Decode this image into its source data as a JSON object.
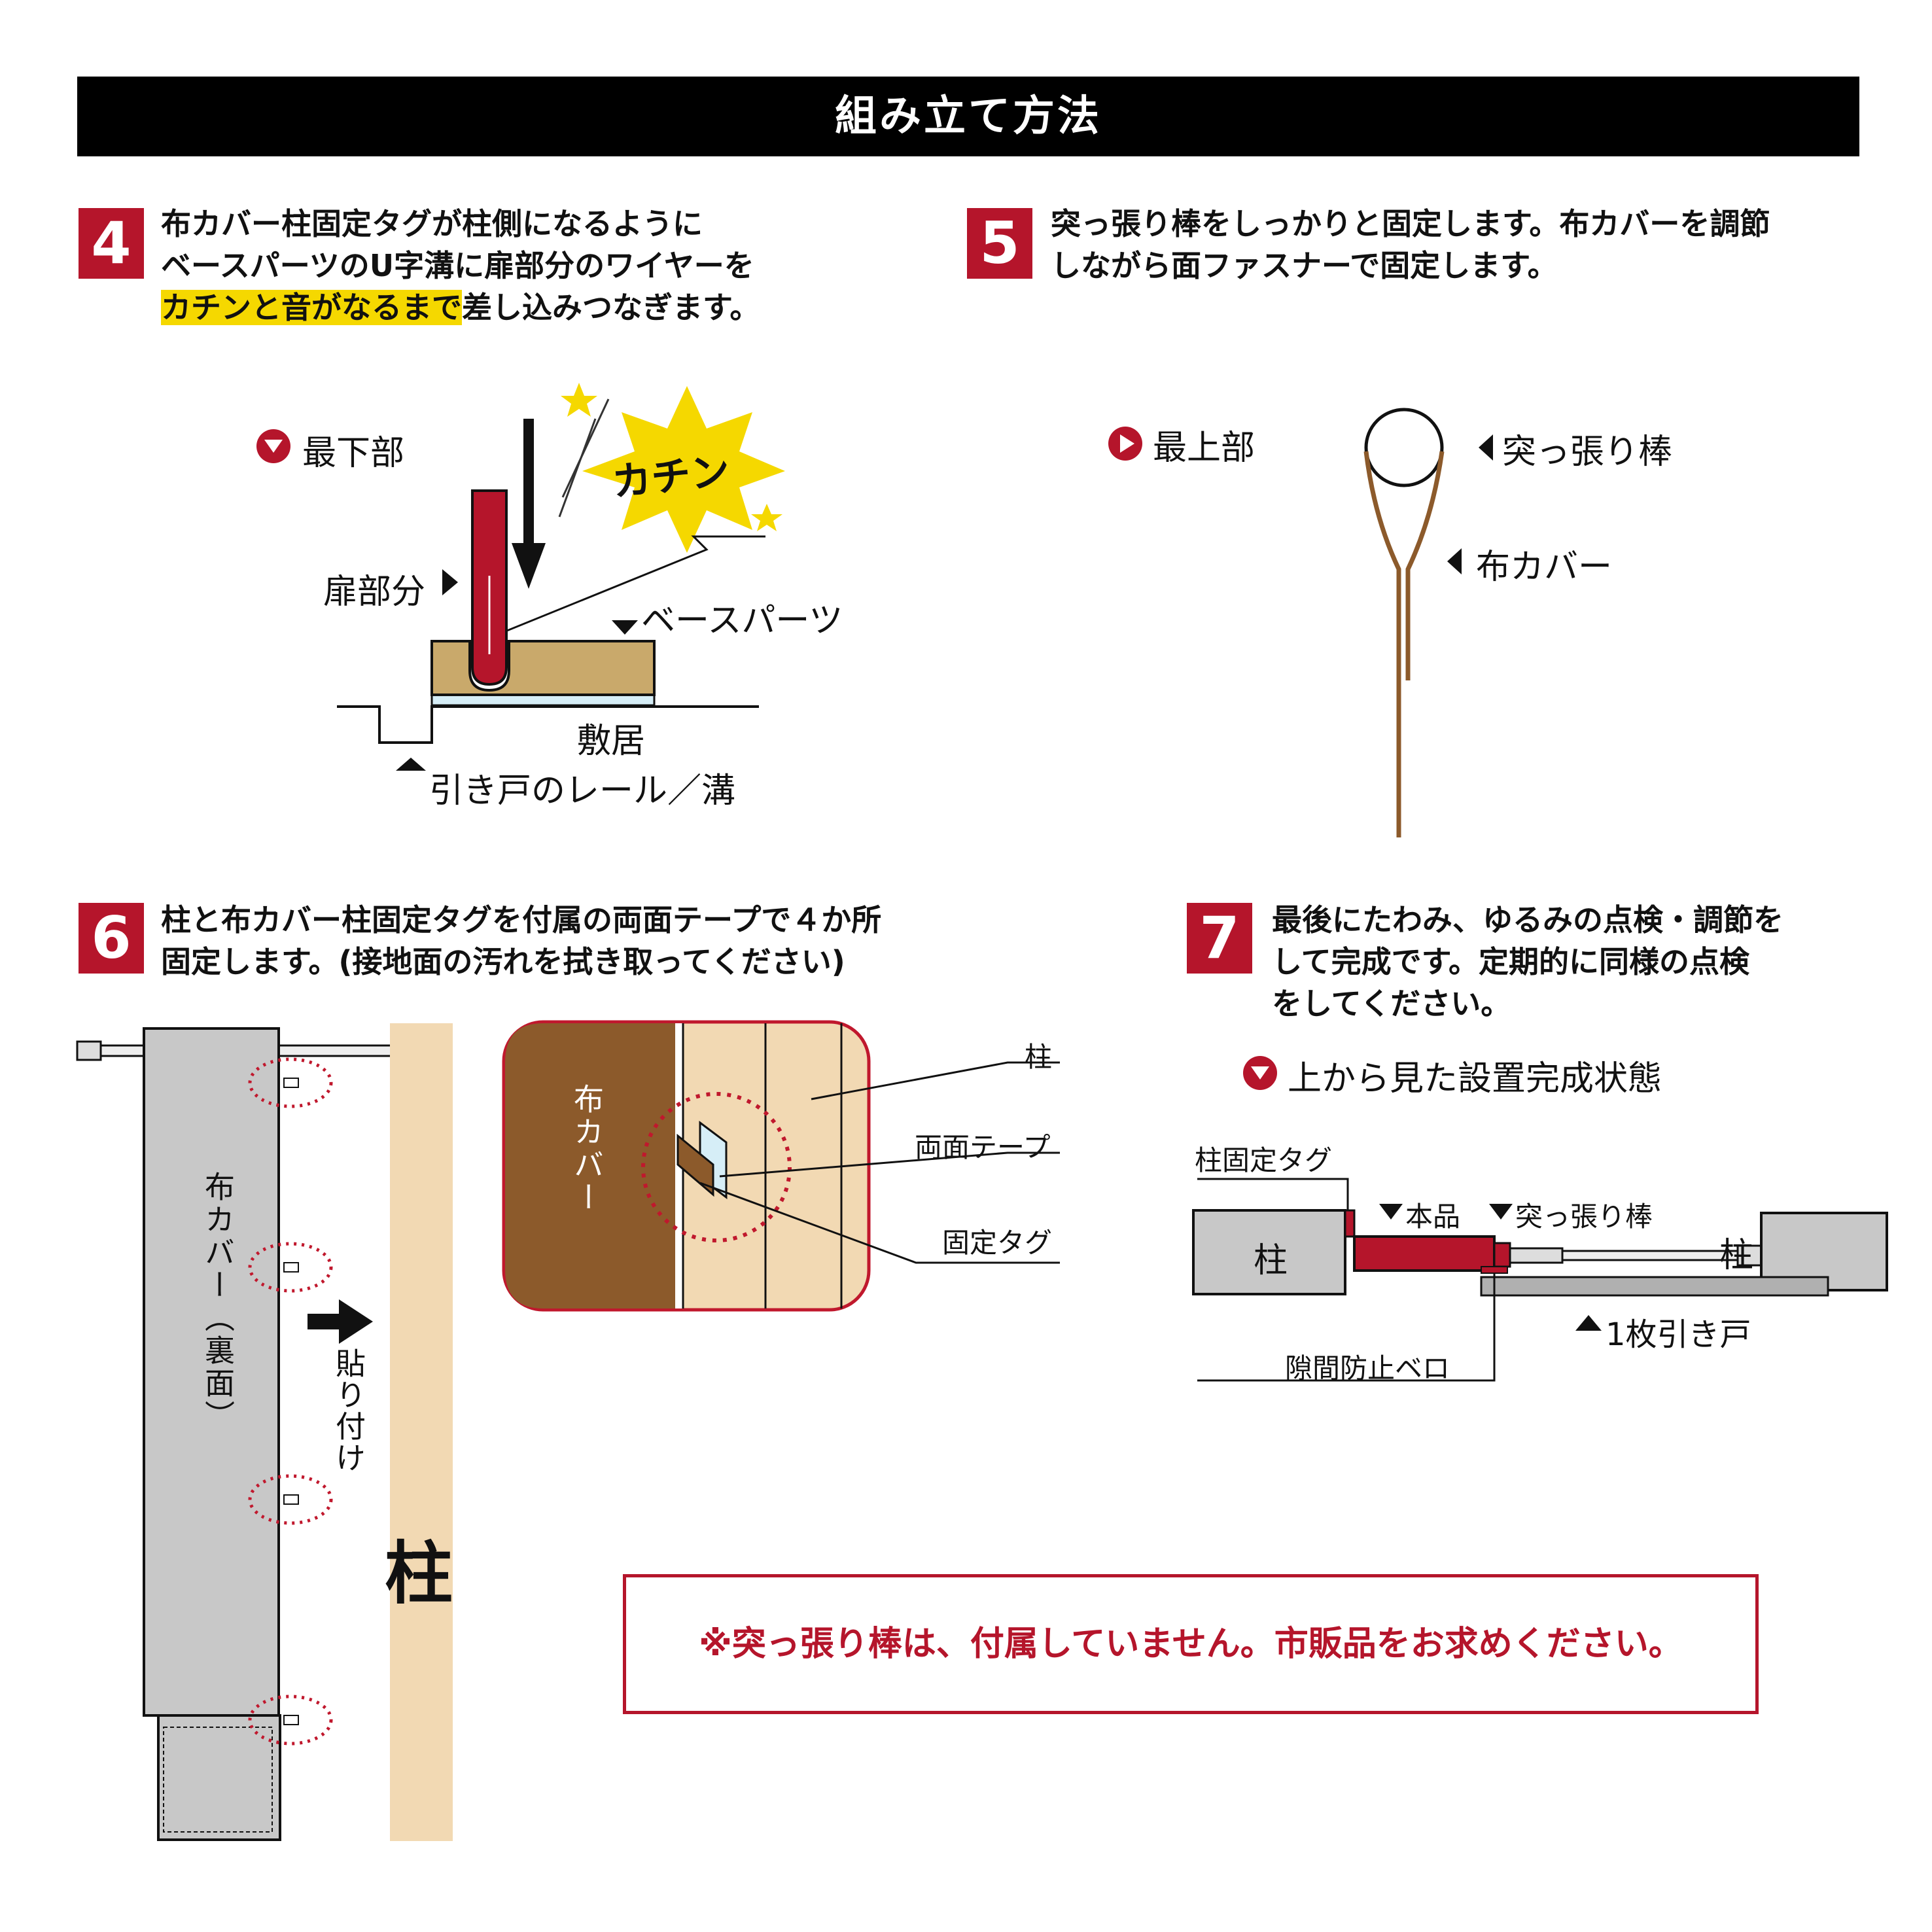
{
  "header": {
    "title": "組み立て方法"
  },
  "steps": {
    "s4": {
      "num": "4",
      "line1": "布カバー柱固定タグが柱側になるように",
      "line2": "ベースパーツのU字溝に扉部分のワイヤーを",
      "line3_highlight": "カチンと音がなるまで",
      "line3_rest": "差し込みつなぎます。"
    },
    "s5": {
      "num": "5",
      "line1": "突っ張り棒をしっかりと固定します。布カバーを調節",
      "line2": "しながら面ファスナーで固定します。"
    },
    "s6": {
      "num": "6",
      "line1": "柱と布カバー柱固定タグを付属の両面テープで４か所",
      "line2": "固定します。(接地面の汚れを拭き取ってください)"
    },
    "s7": {
      "num": "7",
      "line1": "最後にたわみ、ゆるみの点検・調節を",
      "line2": "して完成です。定期的に同様の点検",
      "line3": "をしてください。"
    }
  },
  "fig4": {
    "bottom_label": "最下部",
    "door_label": "扉部分",
    "click_text": "カチン",
    "base_label": "ベースパーツ",
    "sill_label": "敷居",
    "rail_label": "引き戸のレール／溝"
  },
  "fig5": {
    "top_label": "最上部",
    "rod_label": "突っ張り棒",
    "cover_label": "布カバー"
  },
  "fig6": {
    "cover_label": "布カバー（裏面）",
    "attach_label": "貼り付け",
    "pillar_label": "柱",
    "detail_cover": "布カバー",
    "callout_pillar": "柱",
    "callout_tape": "両面テープ",
    "callout_tag": "固定タグ"
  },
  "fig7": {
    "view_label": "上から見た設置完成状態",
    "tag_label": "柱固定タグ",
    "product_label": "本品",
    "rod_label": "突っ張り棒",
    "pillar_left": "柱",
    "pillar_right": "柱",
    "door_label": "1枚引き戸",
    "gap_label": "隙間防止ベロ"
  },
  "note": {
    "text": "※突っ張り棒は、付属していません。市販品をお求めください。"
  },
  "colors": {
    "accent": "#b5152b",
    "highlight": "#f5d800",
    "wood": "#f2d9b3",
    "cover_brown": "#8c5a2b",
    "base_tan": "#c9a96b",
    "gray": "#c8c8c8"
  }
}
